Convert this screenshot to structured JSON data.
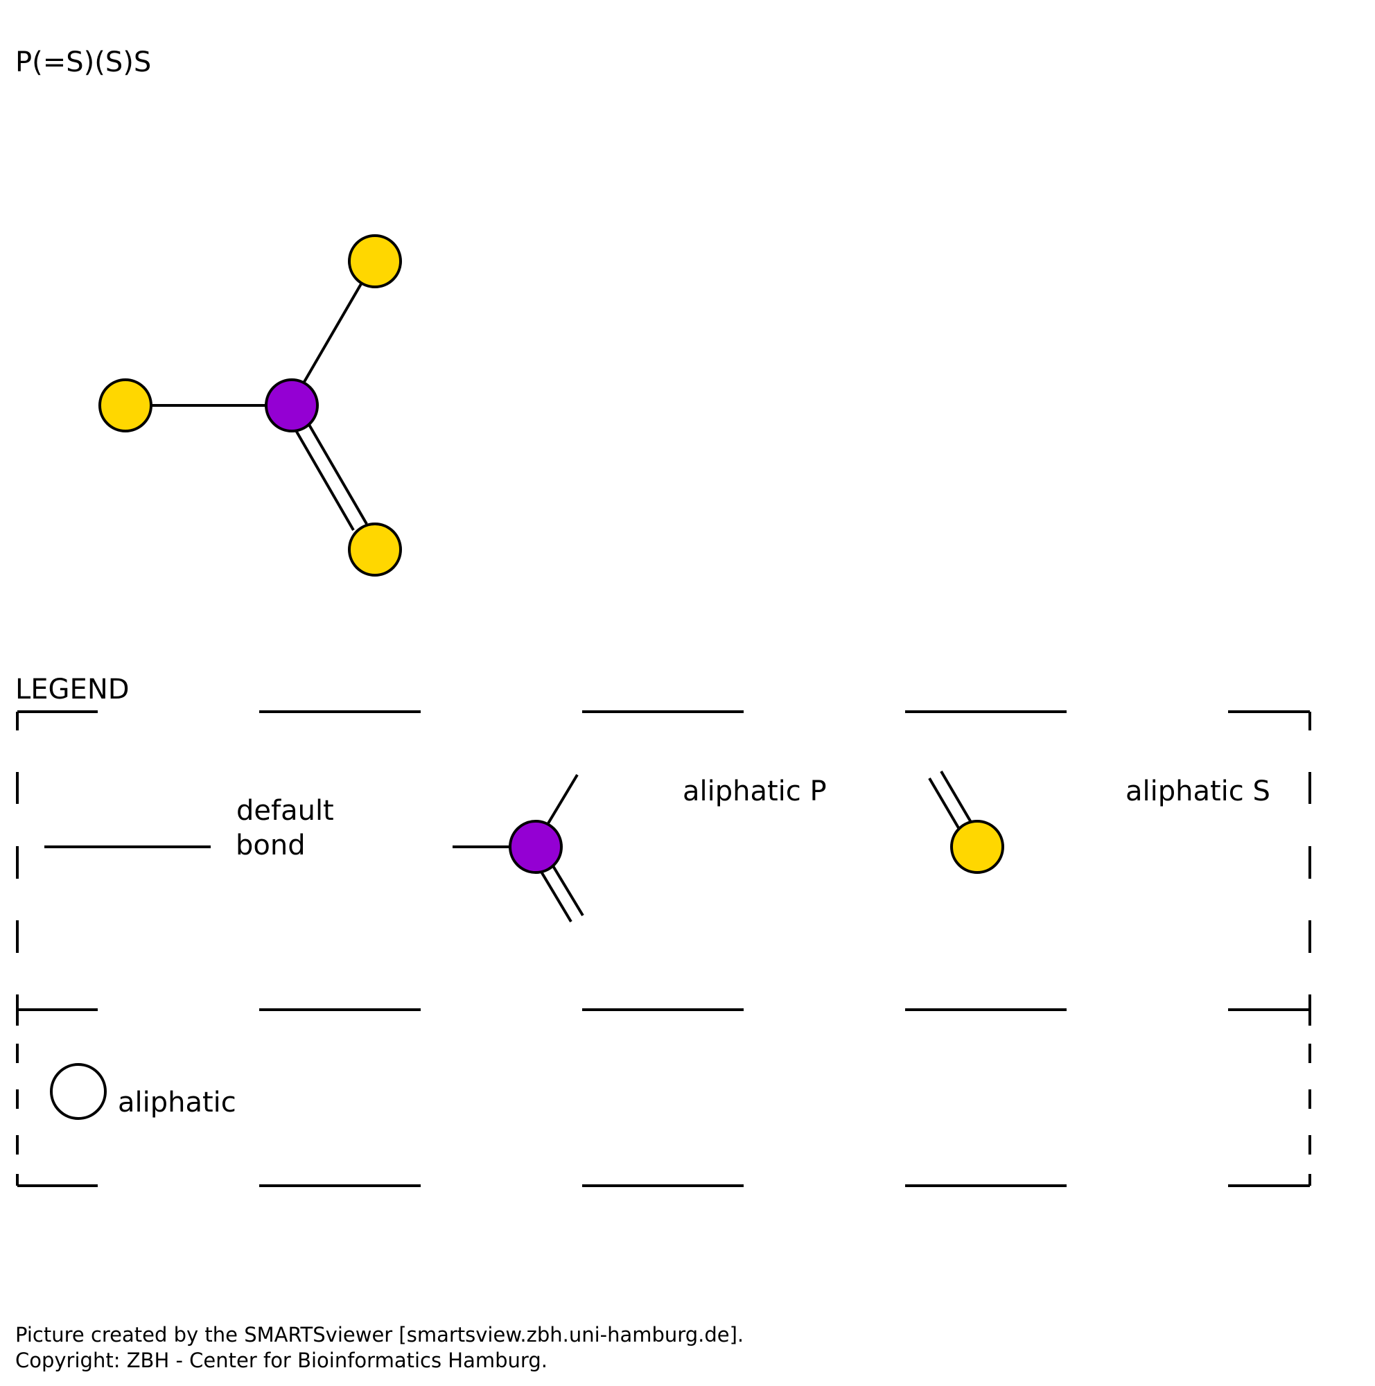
{
  "smarts": "P(=S)(S)S",
  "legend": {
    "title": "LEGEND",
    "default_bond_line1": "default",
    "default_bond_line2": "bond",
    "aliphatic_p": "aliphatic P",
    "aliphatic_s": "aliphatic S",
    "aliphatic": "aliphatic"
  },
  "footer": {
    "line1": "Picture created by the SMARTSviewer [smartsview.zbh.uni-hamburg.de].",
    "line2": "Copyright: ZBH - Center for Bioinformatics Hamburg."
  },
  "colors": {
    "phosphorus": "#9400D3",
    "sulfur": "#FFD700",
    "aliphatic_marker": "#FFFFFF"
  },
  "atoms": [
    {
      "id": "P1",
      "element": "P",
      "aromatic": false
    },
    {
      "id": "S1",
      "element": "S",
      "aromatic": false
    },
    {
      "id": "S2",
      "element": "S",
      "aromatic": false
    },
    {
      "id": "S3",
      "element": "S",
      "aromatic": false
    }
  ],
  "bonds": [
    {
      "from": "P1",
      "to": "S1",
      "order": 1
    },
    {
      "from": "P1",
      "to": "S2",
      "order": 1
    },
    {
      "from": "P1",
      "to": "S3",
      "order": 2
    }
  ]
}
